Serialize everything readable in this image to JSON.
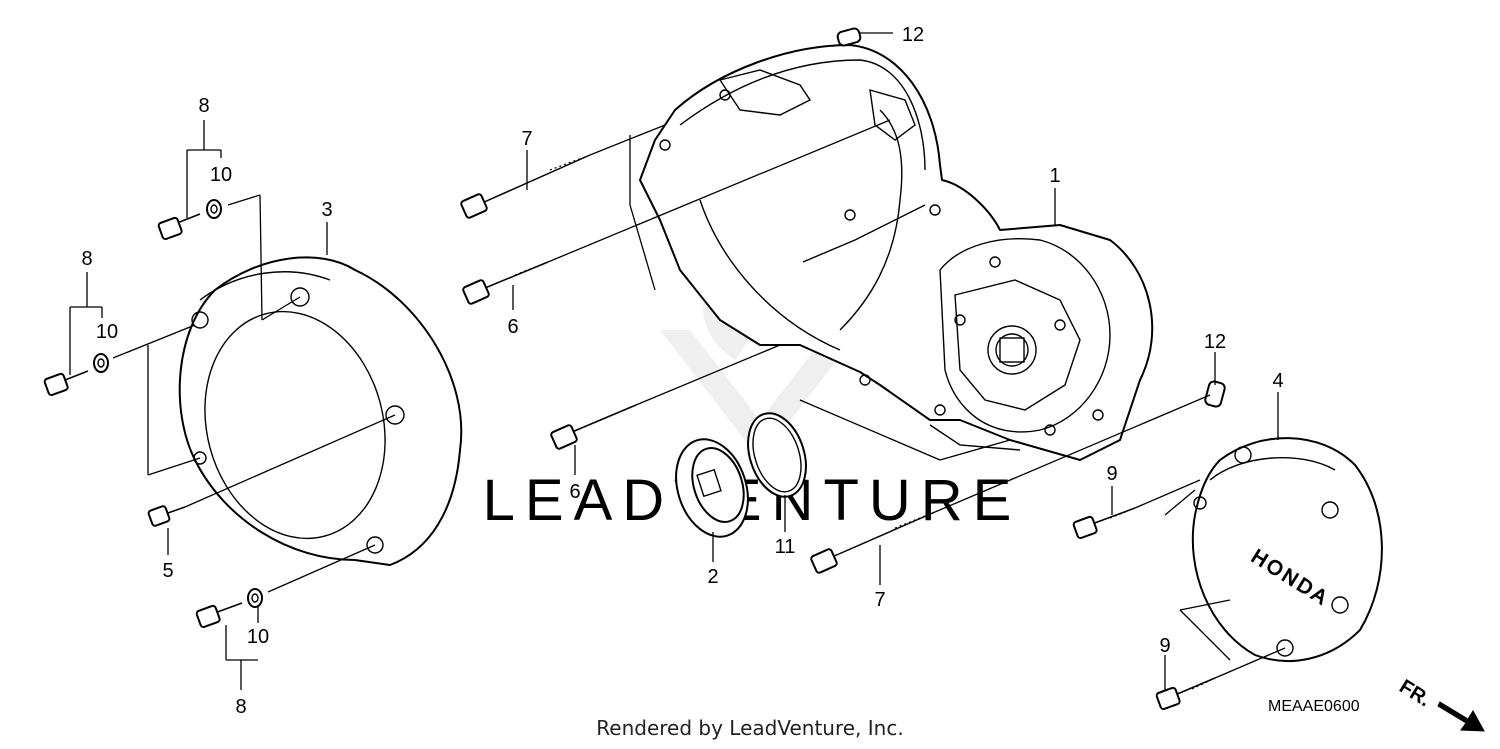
{
  "footer": {
    "text": "Rendered by LeadVenture, Inc."
  },
  "watermark": {
    "text": "LEADVENTURE"
  },
  "diagram_code": "MEAAE0600",
  "front_indicator": "FR.",
  "cover_logo": "HONDA",
  "callouts": {
    "c1": "1",
    "c2": "2",
    "c3": "3",
    "c4": "4",
    "c5": "5",
    "c6a": "6",
    "c6b": "6",
    "c7a": "7",
    "c7b": "7",
    "c8a": "8",
    "c8b": "8",
    "c8c": "8",
    "c9a": "9",
    "c9b": "9",
    "c10a": "10",
    "c10b": "10",
    "c10c": "10",
    "c11": "11",
    "c12a": "12",
    "c12b": "12"
  }
}
